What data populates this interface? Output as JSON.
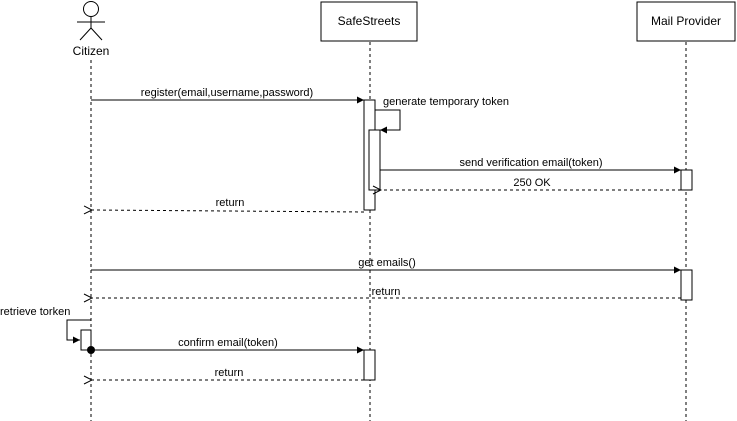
{
  "participants": {
    "citizen": "Citizen",
    "safestreets": "SafeStreets",
    "mail_provider": "Mail Provider"
  },
  "messages": {
    "register": "register(email,username,password)",
    "generate_token": "generate temporary token",
    "send_verification": "send verification email(token)",
    "ok_250": "250 OK",
    "return_register": "return",
    "get_emails": "get emails()",
    "return_emails": "return",
    "retrieve_token": "retrieve torken",
    "confirm_email": "confirm email(token)",
    "return_confirm": "return"
  }
}
